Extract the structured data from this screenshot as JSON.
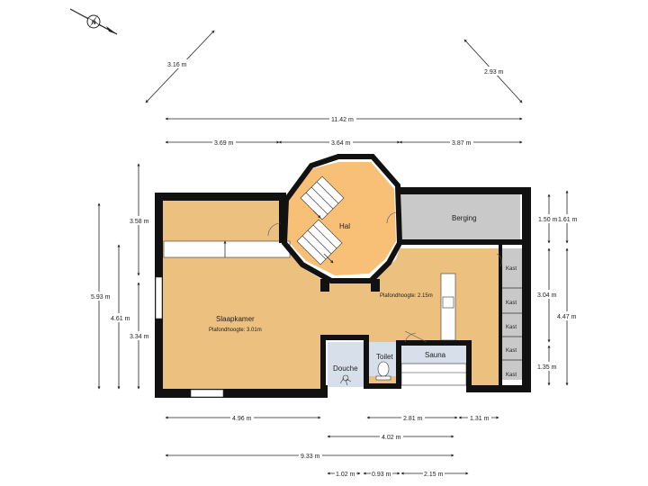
{
  "plan": {
    "colors": {
      "floor": "#ECC07E",
      "hall": "#F7C076",
      "storage": "#C9C9C9",
      "wet": "#D6DFEA",
      "wall": "#111111",
      "dim": "#222222"
    },
    "rooms": {
      "hal": "Hal",
      "berging": "Berging",
      "slaapkamer": "Slaapkamer",
      "slaapkamer_height": "Plafondhoogte: 3.01m",
      "main_height": "Plafondhoogte: 2.15m",
      "douche": "Douche",
      "toilet": "Toilet",
      "sauna": "Sauna",
      "kast": "Kast"
    },
    "compass_icon": "compass-rose-icon",
    "dimensions": {
      "diag_left": "3.16 m",
      "diag_right": "2.93 m",
      "top_total": "11.42 m",
      "top_a": "3.69 m",
      "top_b": "3.64 m",
      "top_c": "3.87 m",
      "left_outer": "5.93 m",
      "left_mid": "4.61 m",
      "left_upper": "3.58 m",
      "left_lower": "3.34 m",
      "right_150": "1.50 m",
      "right_161": "1.61 m",
      "right_304": "3.04 m",
      "right_447": "4.47 m",
      "right_135": "1.35 m",
      "bottom_496": "4.96 m",
      "bottom_281": "2.81 m",
      "bottom_131": "1.31 m",
      "bottom_402": "4.02 m",
      "bottom_933": "9.33 m",
      "bottom_102": "1.02 m",
      "bottom_093": "0.93 m",
      "bottom_215": "2.15 m"
    }
  }
}
